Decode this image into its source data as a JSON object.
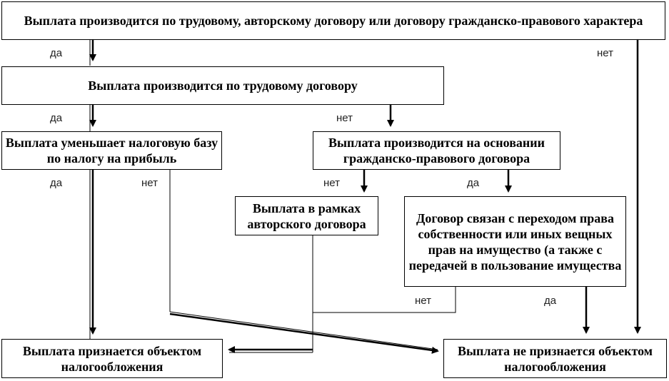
{
  "nodes": {
    "root": "Выплата производится по трудовому, авторскому договору или договору гражданско-правового характера",
    "labor": "Выплата производится по трудовому договору",
    "reduce_base": "Выплата уменьшает налоговую базу по налогу на прибыль",
    "civil": "Выплата производится на основании гражданско-правового договора",
    "author": "Выплата в рамках авторского договора",
    "property": "Договор связан с переходом права собственности или иных вещных прав на имущество (а также с передачей в пользование имущества",
    "taxable": "Выплата признается объектом налогообложения",
    "not_taxable": "Выплата не признается объектом налогообложения"
  },
  "edge_labels": {
    "root_yes": "да",
    "root_no": "нет",
    "labor_yes": "да",
    "labor_no": "нет",
    "reduce_yes": "да",
    "reduce_no": "нет",
    "civil_no": "нет",
    "civil_yes": "да",
    "property_no": "нет",
    "property_yes": "да"
  }
}
